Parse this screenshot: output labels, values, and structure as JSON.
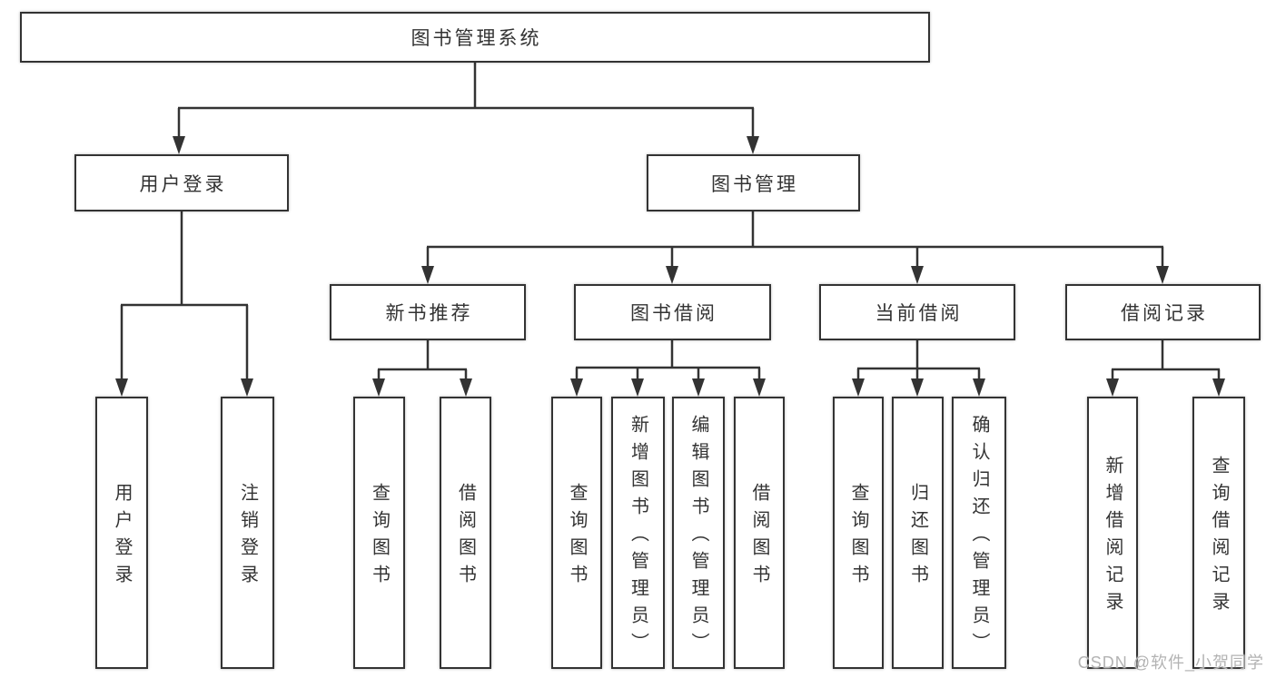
{
  "diagram": {
    "type": "tree",
    "colors": {
      "line": "#333333",
      "text": "#333333",
      "box_background": "#ffffff",
      "watermark_text": "#b3b3b3"
    },
    "nodes": {
      "root": "图书管理系统",
      "user_login": "用户登录",
      "book_mgmt": "图书管理",
      "new_book_rec": "新书推荐",
      "book_borrow": "图书借阅",
      "current_borrow": "当前借阅",
      "borrow_records": "借阅记录",
      "leaves": [
        "用户登录",
        "注销登录",
        "查询图书",
        "借阅图书",
        "查询图书",
        "新增图书（管理员）",
        "编辑图书（管理员）",
        "借阅图书",
        "查询图书",
        "归还图书",
        "确认归还（管理员）",
        "新增借阅记录",
        "查询借阅记录"
      ]
    },
    "hierarchy": {
      "图书管理系统": [
        "用户登录",
        "图书管理"
      ],
      "用户登录": [
        "用户登录",
        "注销登录"
      ],
      "图书管理": [
        "新书推荐",
        "图书借阅",
        "当前借阅",
        "借阅记录"
      ],
      "新书推荐": [
        "查询图书",
        "借阅图书"
      ],
      "图书借阅": [
        "查询图书",
        "新增图书（管理员）",
        "编辑图书（管理员）",
        "借阅图书"
      ],
      "当前借阅": [
        "查询图书",
        "归还图书",
        "确认归还（管理员）"
      ],
      "借阅记录": [
        "新增借阅记录",
        "查询借阅记录"
      ]
    }
  },
  "watermark": "CSDN @软件_小贺同学"
}
